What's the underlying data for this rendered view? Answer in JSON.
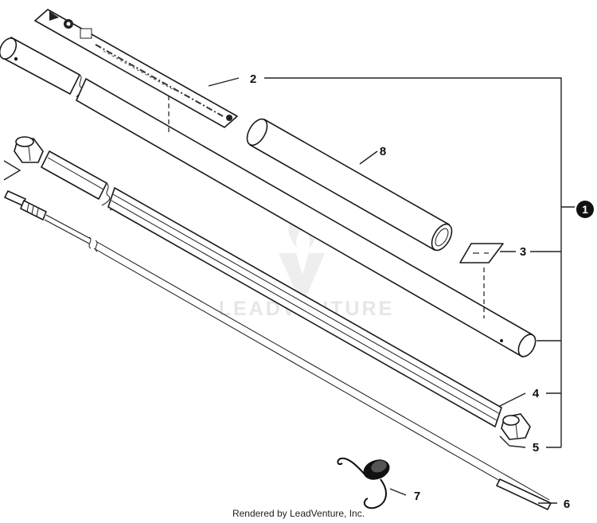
{
  "parts": {
    "assembly_ref": "1",
    "drive_tube": "2",
    "decal": "3",
    "liner": "4",
    "bushing": "5",
    "drive_shaft": "6",
    "hook": "7",
    "sleeve": "8"
  },
  "watermark": "LEADVENTURE",
  "footer": "Rendered by LeadVenture, Inc."
}
